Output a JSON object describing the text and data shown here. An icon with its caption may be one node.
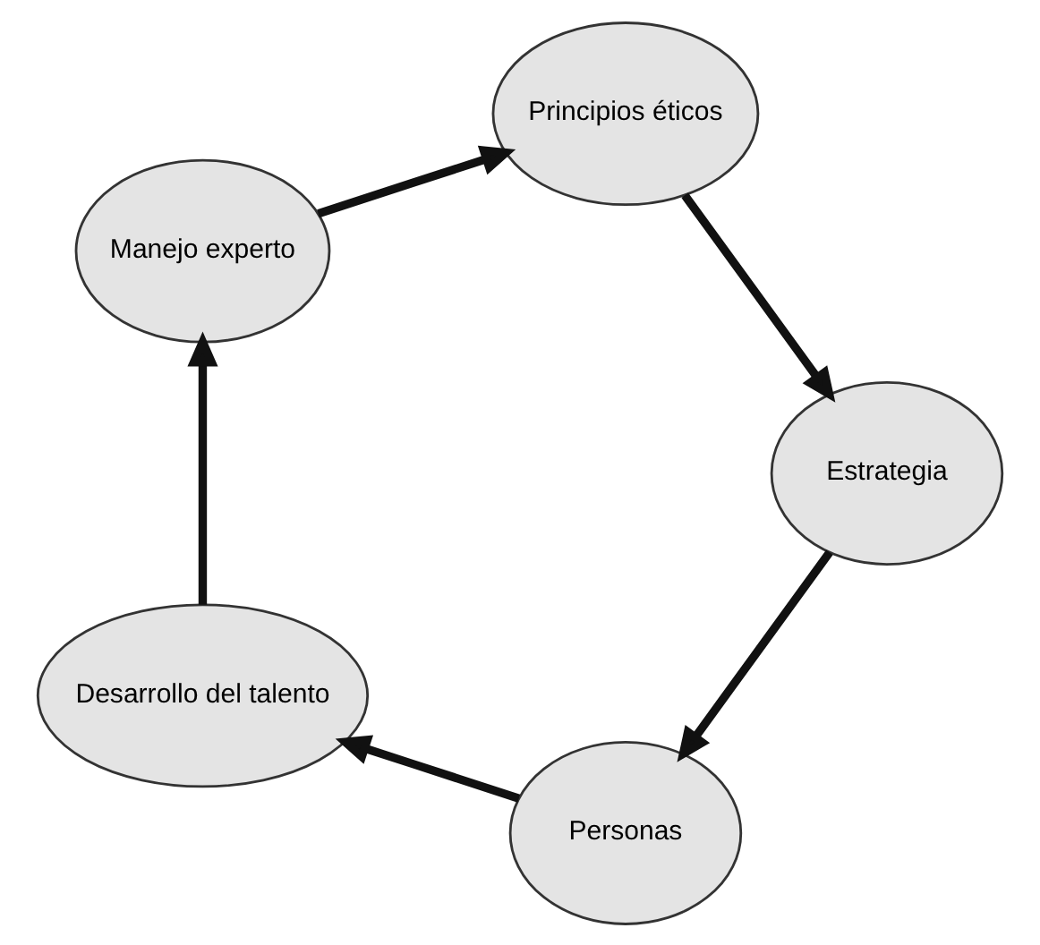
{
  "diagram": {
    "nodes": [
      {
        "text": [
          "Personas"
        ]
      },
      {
        "text": [
          "Desarrollo del talento"
        ]
      },
      {
        "text": [
          "Manejo experto"
        ]
      },
      {
        "text": [
          "Principios éticos"
        ]
      },
      {
        "text": [
          "Estrategia"
        ]
      }
    ],
    "edges": [
      {
        "from": 0,
        "to": 1,
        "arrow": "to"
      },
      {
        "from": 1,
        "to": 2,
        "arrow": "to"
      },
      {
        "from": 2,
        "to": 3,
        "arrow": "to"
      },
      {
        "from": 3,
        "to": 4,
        "arrow": "to"
      },
      {
        "from": 4,
        "to": 0,
        "arrow": "to"
      }
    ]
  }
}
